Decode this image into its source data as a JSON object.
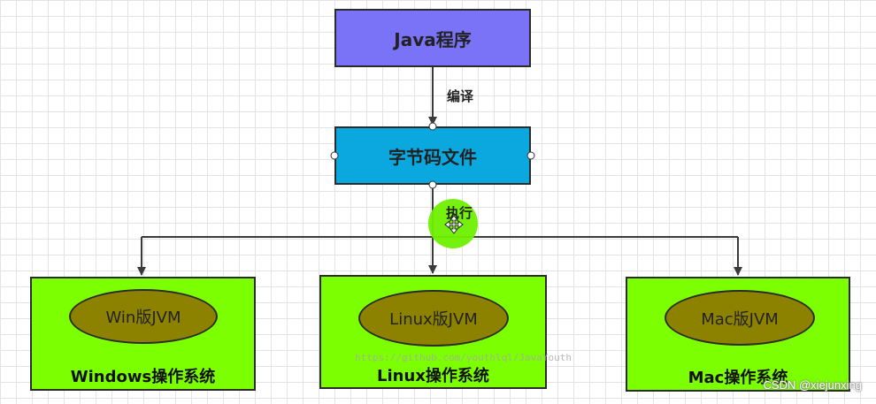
{
  "nodes": {
    "java_program": "Java程序",
    "bytecode_file": "字节码文件",
    "windows": {
      "jvm": "Win版JVM",
      "os": "Windows操作系统"
    },
    "linux": {
      "jvm": "Linux版JVM",
      "os": "Linux操作系统"
    },
    "mac": {
      "jvm": "Mac版JVM",
      "os": "Mac操作系统"
    }
  },
  "edges": {
    "compile": "编译",
    "execute": "执行"
  },
  "watermark": "https://github.com/youthlql/JavaYouth",
  "credit": "CSDN @xiejunxing",
  "colors": {
    "java_box": "#7b73f7",
    "bytecode_box": "#0aa8df",
    "os_box": "#7cff00",
    "jvm_ellipse": "#8c8200"
  }
}
